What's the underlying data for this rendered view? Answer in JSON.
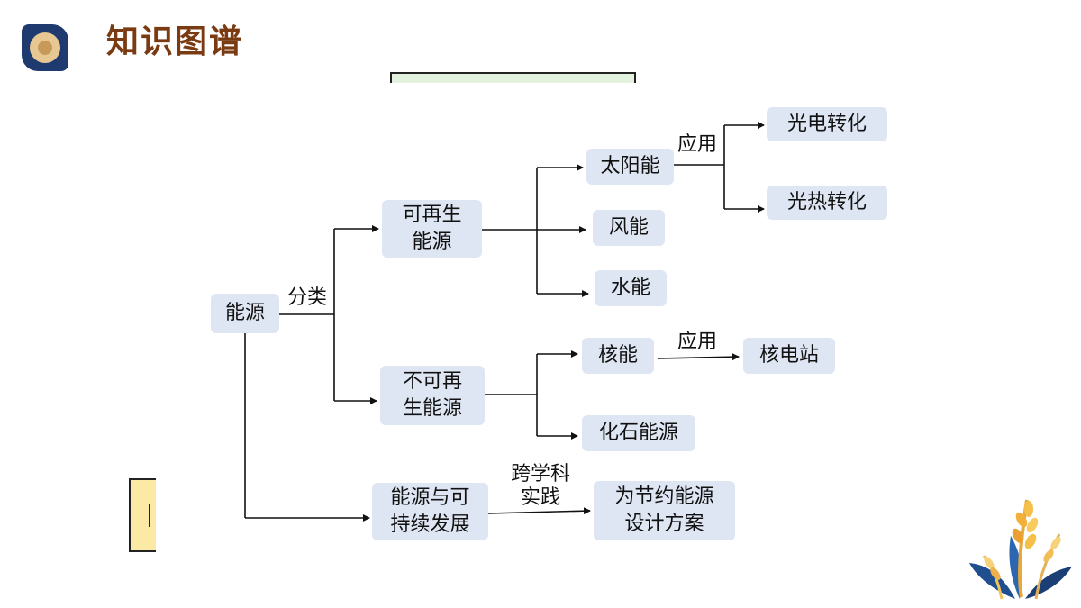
{
  "header": {
    "title": "知识图谱"
  },
  "diagram": {
    "nodes": {
      "energy": "能源",
      "renewable": "可再生\n能源",
      "nonrenewable": "不可再\n生能源",
      "sustainable": "能源与可\n持续发展",
      "solar": "太阳能",
      "wind": "风能",
      "hydro": "水能",
      "photoelectric": "光电转化",
      "photothermal": "光热转化",
      "nuclear": "核能",
      "nuclear_plant": "核电站",
      "fossil": "化石能源",
      "saving_plan": "为节约能源\n设计方案"
    },
    "edge_labels": {
      "classify": "分类",
      "solar_apply": "应用",
      "nuclear_apply": "应用",
      "interdisciplinary": "跨学科\n实践"
    }
  },
  "colors": {
    "node_fill": "#dfe6f3",
    "title": "#7a3b12",
    "logo_blue": "#1f3a6e",
    "logo_gold": "#e7c892"
  }
}
